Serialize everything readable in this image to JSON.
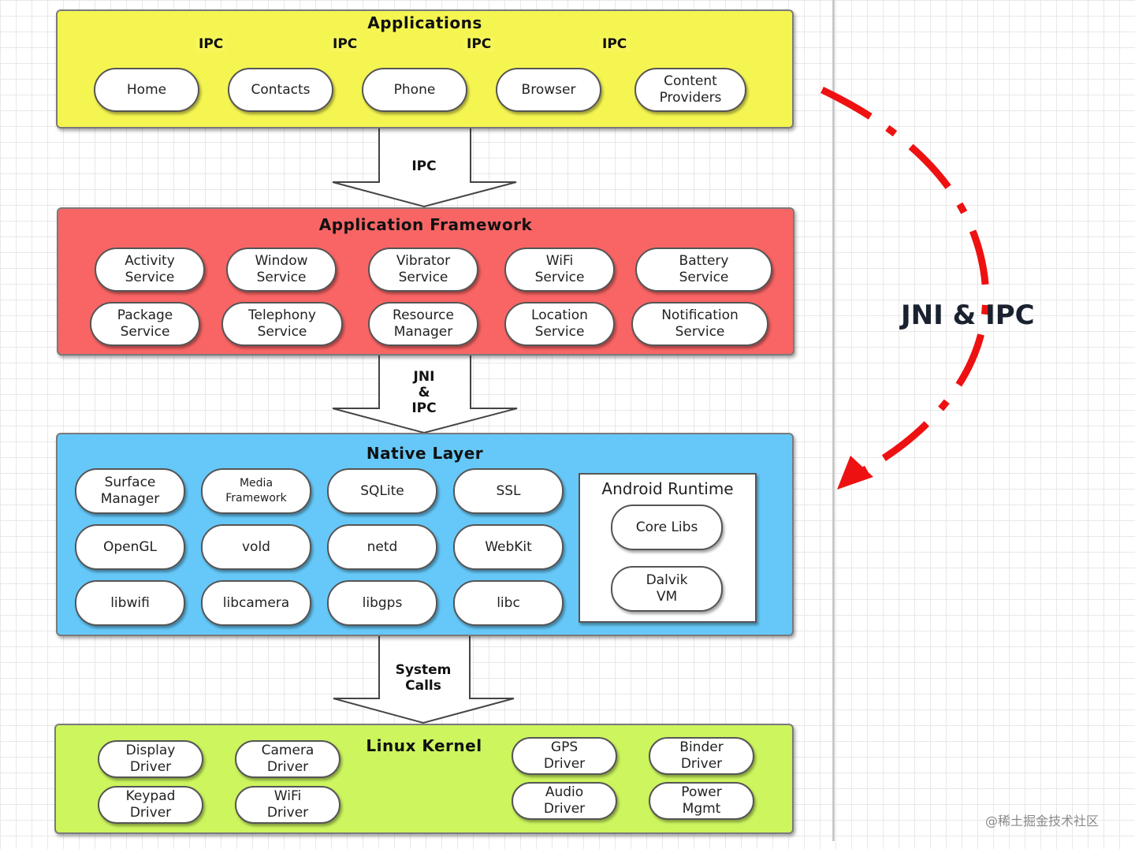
{
  "applications": {
    "title": "Applications",
    "ipc_labels": [
      "IPC",
      "IPC",
      "IPC",
      "IPC"
    ],
    "items": [
      "Home",
      "Contacts",
      "Phone",
      "Browser",
      "Content\nProviders"
    ]
  },
  "arrow1": "IPC",
  "framework": {
    "title": "Application Framework",
    "items": [
      "Activity\nService",
      "Window\nService",
      "Vibrator\nService",
      "WiFi\nService",
      "Battery\nService",
      "Package\nService",
      "Telephony\nService",
      "Resource\nManager",
      "Location\nService",
      "Notification\nService"
    ]
  },
  "arrow2": "JNI\n&\nIPC",
  "native": {
    "title": "Native Layer",
    "items": [
      "Surface\nManager",
      "Media\nFramework",
      "SQLite",
      "SSL",
      "OpenGL",
      "vold",
      "netd",
      "WebKit",
      "libwifi",
      "libcamera",
      "libgps",
      "libc"
    ],
    "runtime": {
      "title": "Android Runtime",
      "items": [
        "Core Libs",
        "Dalvik\nVM"
      ]
    }
  },
  "arrow3": "System\nCalls",
  "kernel": {
    "title": "Linux Kernel",
    "items": [
      "Display\nDriver",
      "Camera\nDriver",
      "Keypad\nDriver",
      "WiFi\nDriver",
      "GPS\nDriver",
      "Binder\nDriver",
      "Audio\nDriver",
      "Power\nMgmt"
    ]
  },
  "side_label": "JNI & IPC",
  "watermark": "@稀土掘金技术社区",
  "colors": {
    "applications": "#f5f552",
    "framework": "#f96565",
    "native": "#66c8f8",
    "kernel": "#ccf55e",
    "dashed_arrow": "#ee1111"
  }
}
